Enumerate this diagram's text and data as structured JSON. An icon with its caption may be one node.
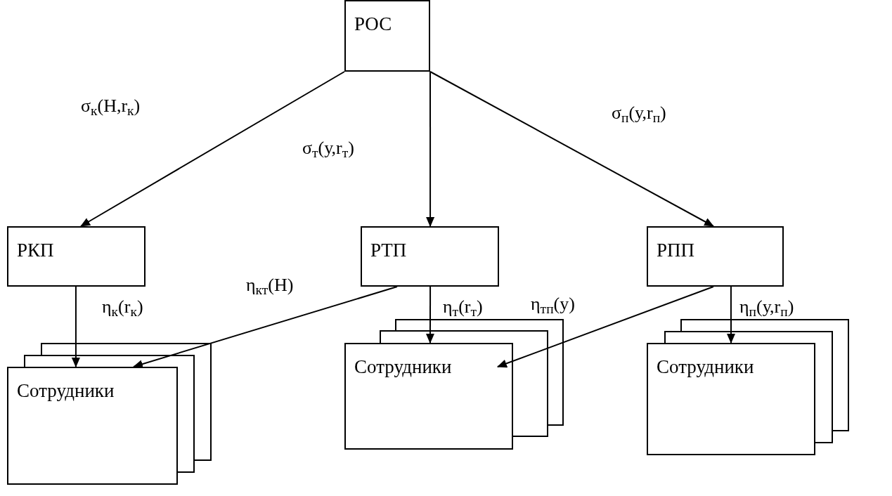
{
  "diagram": {
    "nodes": [
      {
        "text": [
          "РОС"
        ]
      },
      {
        "text": [
          "РКП"
        ]
      },
      {
        "text": [
          "РТП"
        ]
      },
      {
        "text": [
          "РПП"
        ]
      },
      {
        "text": [
          "Сотрудники"
        ]
      },
      {
        "text": [
          "Сотрудники"
        ]
      },
      {
        "text": [
          "Сотрудники"
        ]
      }
    ],
    "edges": [
      {
        "from": 0,
        "to": 1,
        "arrow": "to",
        "label": "σ$_{к}$(Н,r$_{к}$)"
      },
      {
        "from": 0,
        "to": 2,
        "arrow": "to",
        "label": "σ$_{т}$(у,r$_{т}$)"
      },
      {
        "from": 0,
        "to": 3,
        "arrow": "to",
        "label": "σ$_{п}$(у,r$_{п}$)"
      },
      {
        "from": 1,
        "to": 4,
        "arrow": "to",
        "label": "η$_{к}$(r$_{к}$)"
      },
      {
        "from": 2,
        "to": 4,
        "arrow": "to",
        "label": "η$_{кт}$(Н)"
      },
      {
        "from": 2,
        "to": 5,
        "arrow": "to",
        "label": "η$_{т}$(r$_{т}$)"
      },
      {
        "from": 3,
        "to": 5,
        "arrow": "to",
        "label": "η$_{тп}$(у)"
      },
      {
        "from": 3,
        "to": 6,
        "arrow": "to",
        "label": "η$_{п}$(у,r$_{п}$)"
      }
    ]
  }
}
